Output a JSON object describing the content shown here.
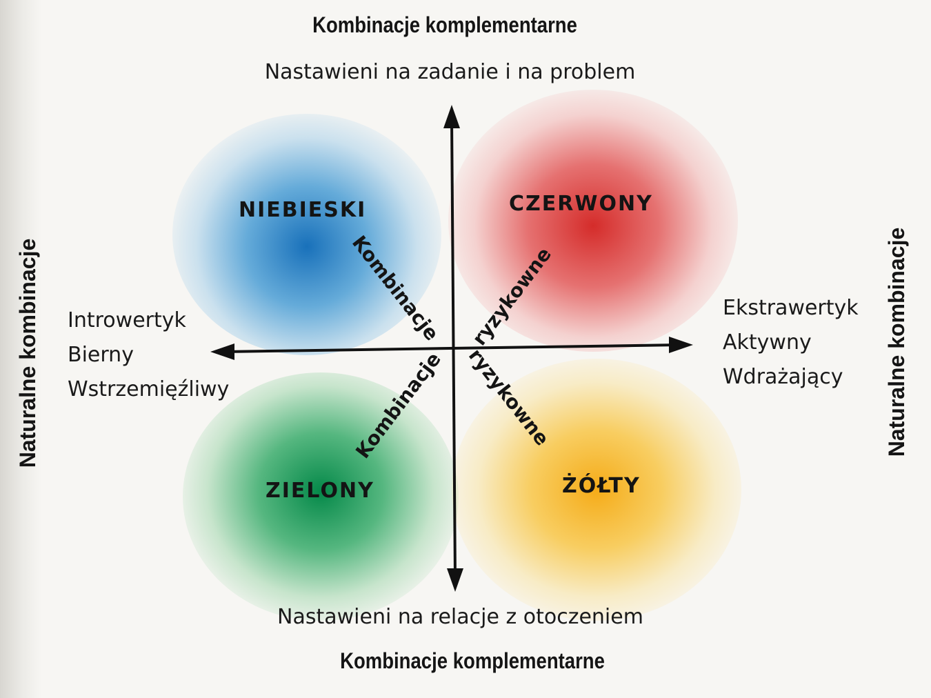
{
  "top": {
    "heading": "Kombinacje komplementarne",
    "axis_label": "Nastawieni na zadanie i na problem"
  },
  "bottom": {
    "axis_label": "Nastawieni na relacje z otoczeniem",
    "heading": "Kombinacje komplementarne"
  },
  "left": {
    "side_label": "Naturalne kombinacje",
    "traits": [
      "Introwertyk",
      "Bierny",
      "Wstrzemięźliwy"
    ]
  },
  "right": {
    "side_label": "Naturalne kombinacje",
    "traits": [
      "Ekstrawertyk",
      "Aktywny",
      "Wdrażający"
    ]
  },
  "quadrants": {
    "blue": {
      "label": "NIEBIESKI",
      "color": "#1a6fb8"
    },
    "red": {
      "label": "CZERWONY",
      "color": "#d42a28"
    },
    "green": {
      "label": "ZIELONY",
      "color": "#00874a"
    },
    "yellow": {
      "label": "ŻÓŁTY",
      "color": "#f4ac1a"
    }
  },
  "diagonals": {
    "upper_left": "Kombinacje",
    "upper_right": "ryzykowne",
    "lower_left": "Kombinacje",
    "lower_right": "ryzykowne"
  },
  "axis_color": "#111111"
}
